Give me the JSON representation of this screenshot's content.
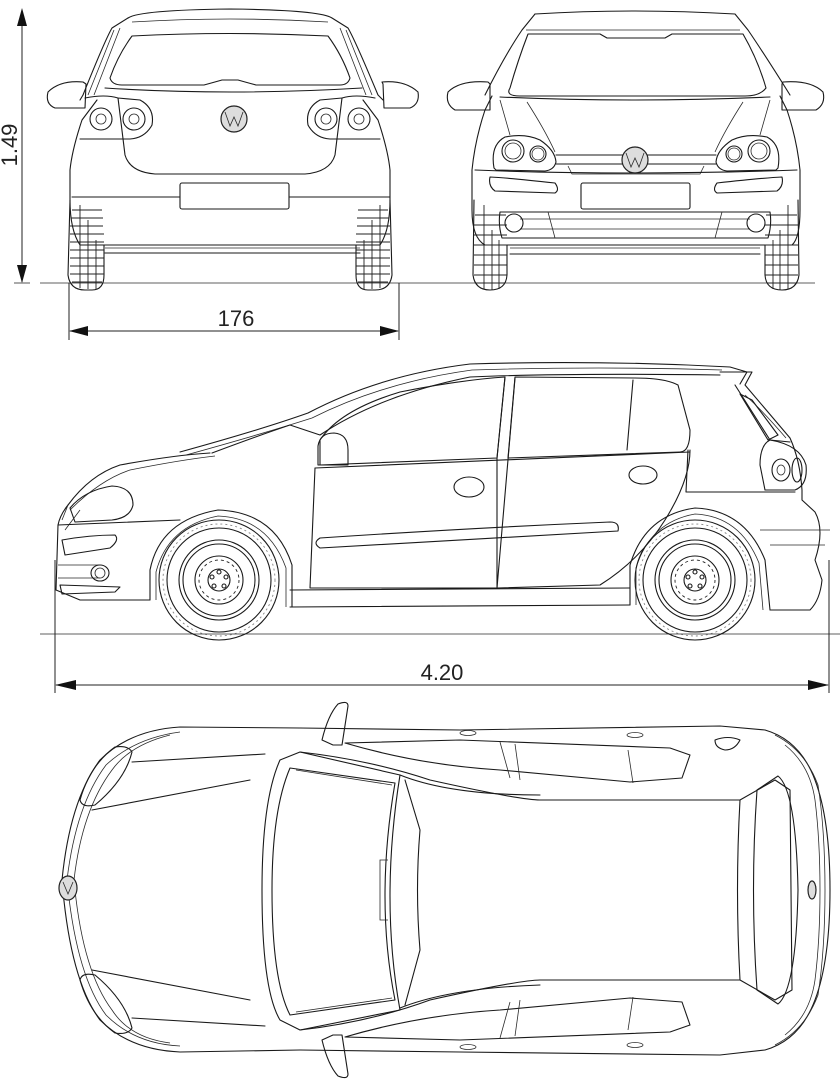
{
  "diagram": {
    "subject": "Volkswagen Golf 5-door hatchback blueprint",
    "views": [
      {
        "name": "rear-view"
      },
      {
        "name": "front-view"
      },
      {
        "name": "side-view"
      },
      {
        "name": "top-view"
      }
    ],
    "dimensions": {
      "height": {
        "label": "1.49",
        "orientation": "vertical"
      },
      "width": {
        "label": "176",
        "orientation": "horizontal"
      },
      "length": {
        "label": "4.20",
        "orientation": "horizontal"
      }
    },
    "colors": {
      "line": "#1a1a1a",
      "background": "#ffffff"
    }
  }
}
